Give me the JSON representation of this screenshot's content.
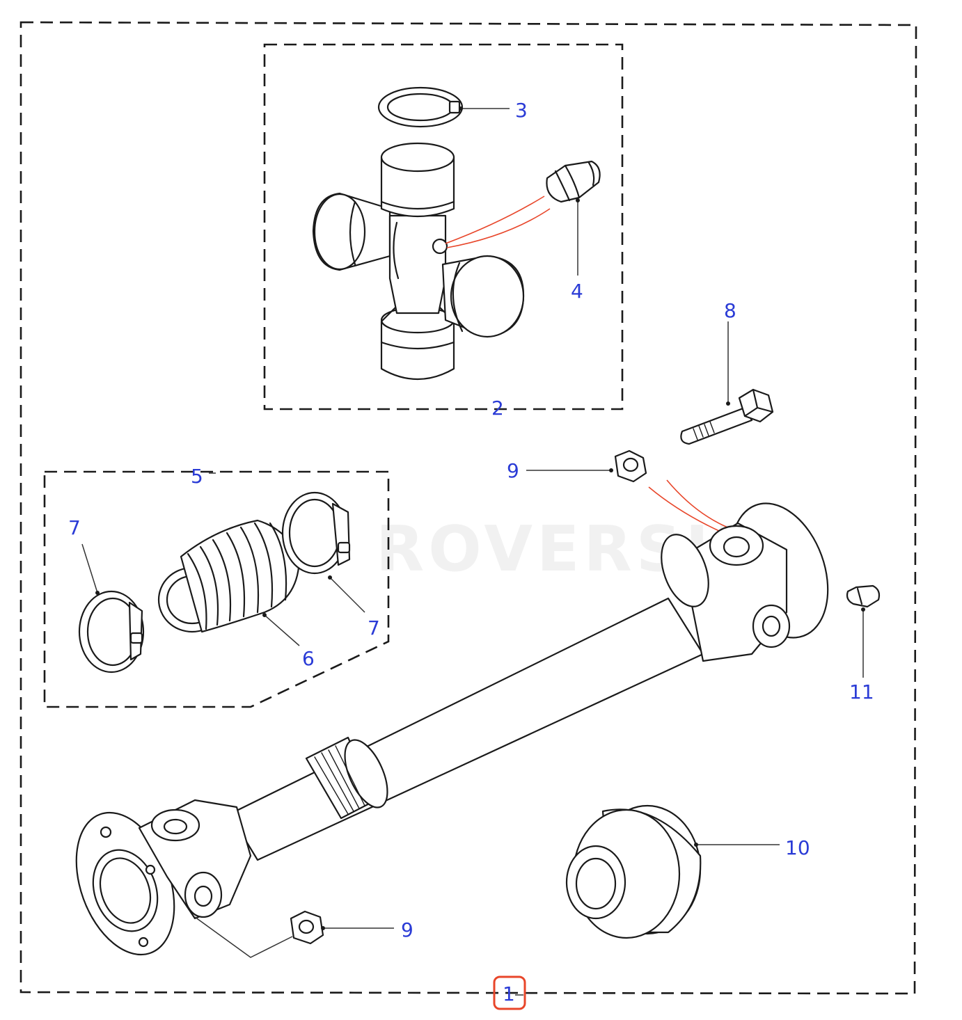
{
  "diagram": {
    "watermark": "ROVERSH",
    "colors": {
      "line": "#1a1a1a",
      "callout": "#2a3bd6",
      "highlight": "#e8462a",
      "lube_path": "#e8462a"
    },
    "callouts": [
      {
        "id": "1",
        "label": "1",
        "part": "propeller shaft assembly",
        "highlighted": true
      },
      {
        "id": "2",
        "label": "2",
        "part": "universal joint kit"
      },
      {
        "id": "3",
        "label": "3",
        "part": "circlip"
      },
      {
        "id": "4",
        "label": "4",
        "part": "grease nipple"
      },
      {
        "id": "5",
        "label": "5",
        "part": "gaiter kit"
      },
      {
        "id": "6",
        "label": "6",
        "part": "gaiter"
      },
      {
        "id": "7a",
        "label": "7",
        "part": "clip"
      },
      {
        "id": "7b",
        "label": "7",
        "part": "clip"
      },
      {
        "id": "8",
        "label": "8",
        "part": "bolt"
      },
      {
        "id": "9a",
        "label": "9",
        "part": "nut"
      },
      {
        "id": "9b",
        "label": "9",
        "part": "nut"
      },
      {
        "id": "10",
        "label": "10",
        "part": "flange"
      },
      {
        "id": "11",
        "label": "11",
        "part": "grease nipple"
      }
    ]
  }
}
